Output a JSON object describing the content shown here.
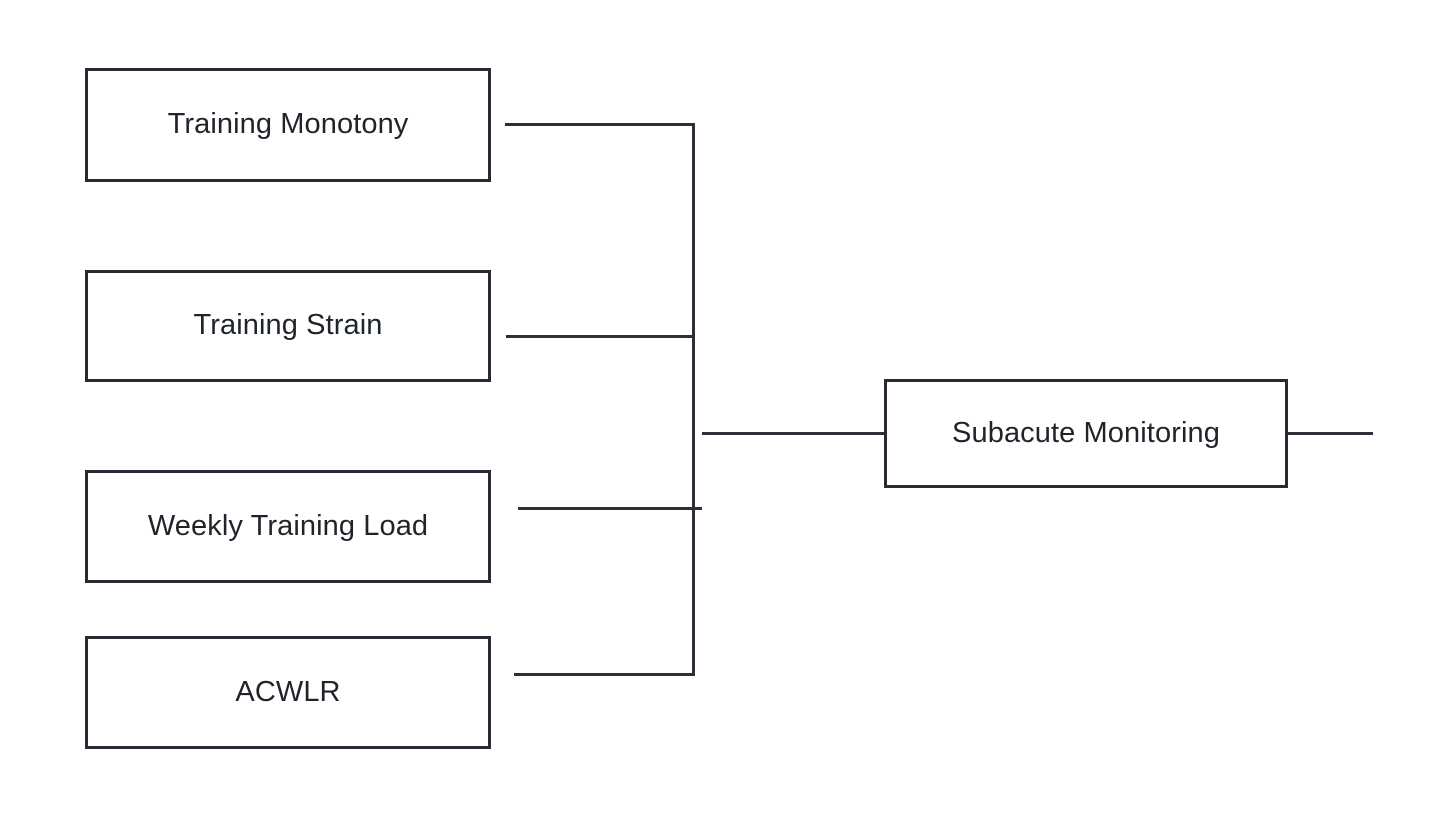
{
  "diagram": {
    "title": "Subacute Monitoring inputs flowchart",
    "orientation": "left-to-right",
    "background_color": "#ffffff",
    "line_color": "#2b3038",
    "node_border_color": "#262b33",
    "node_fill_color": "#ffffff",
    "text_color": "#1f242b",
    "nodes": [
      {
        "id": "monotony",
        "label": "Training Monotony",
        "column": "left",
        "order": 1
      },
      {
        "id": "strain",
        "label": "Training Strain",
        "column": "left",
        "order": 2
      },
      {
        "id": "weekly",
        "label": "Weekly Training Load",
        "column": "left",
        "order": 3
      },
      {
        "id": "acwlr",
        "label": "ACWLR",
        "column": "left",
        "order": 4
      },
      {
        "id": "subacute",
        "label": "Subacute Monitoring",
        "column": "right",
        "order": 1
      }
    ],
    "edges": [
      {
        "from": "monotony",
        "to": "subacute",
        "style": "orthogonal"
      },
      {
        "from": "strain",
        "to": "subacute",
        "style": "orthogonal"
      },
      {
        "from": "weekly",
        "to": "subacute",
        "style": "orthogonal"
      },
      {
        "from": "acwlr",
        "to": "subacute",
        "style": "orthogonal"
      },
      {
        "from": "subacute",
        "to": "offscreen-right",
        "style": "straight"
      }
    ]
  }
}
